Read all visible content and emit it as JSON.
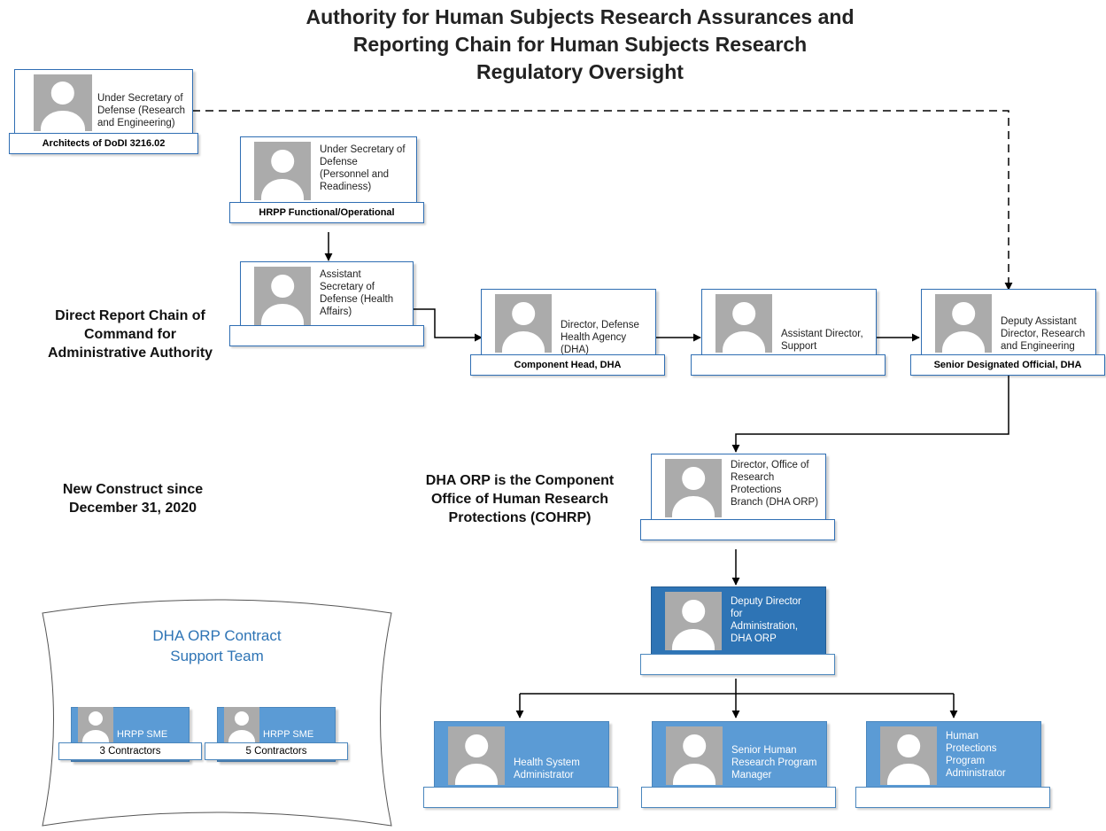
{
  "title": {
    "line1": "Authority for Human Subjects Research Assurances and",
    "line2": "Reporting Chain for Human Subjects Research",
    "line3": "Regulatory Oversight"
  },
  "labels": {
    "direct_report": {
      "line1": "Direct Report Chain of",
      "line2": "Command for",
      "line3": "Administrative Authority"
    },
    "new_construct": {
      "line1": "New Construct since",
      "line2": "December 31, 2020"
    },
    "cohrp": {
      "line1": "DHA ORP is the Component",
      "line2": "Office of Human Research",
      "line3": "Protections (COHRP)"
    }
  },
  "nodes": {
    "usd_re": {
      "lines": [
        "Under Secretary of",
        "Defense (Research",
        "and Engineering)"
      ],
      "bar": "Architects of DoDI 3216.02"
    },
    "usd_pr": {
      "lines": [
        "Under Secretary of",
        "Defense",
        "(Personnel and",
        "Readiness)"
      ],
      "bar": "HRPP Functional/Operational"
    },
    "asd_ha": {
      "lines": [
        "Assistant",
        "Secretary of",
        "Defense (Health",
        "Affairs)"
      ],
      "bar": ""
    },
    "dir_dha": {
      "lines": [
        "Director, Defense",
        "Health Agency",
        "(DHA)"
      ],
      "bar": "Component Head, DHA"
    },
    "ad_support": {
      "lines": [
        "Assistant Director,",
        "Support"
      ],
      "bar": ""
    },
    "dad_re": {
      "lines": [
        "Deputy Assistant",
        "Director, Research",
        "and Engineering"
      ],
      "bar": "Senior Designated Official, DHA"
    },
    "dir_orp": {
      "lines": [
        "Director, Office of",
        "Research",
        "Protections",
        "Branch (DHA ORP)"
      ],
      "bar": ""
    },
    "dd_admin": {
      "lines": [
        "Deputy Director",
        "for",
        "Administration,",
        "DHA ORP"
      ],
      "bar": ""
    },
    "hsa": {
      "lines": [
        "Health System",
        "Administrator"
      ],
      "bar": ""
    },
    "shrpm": {
      "lines": [
        "Senior Human",
        "Research Program",
        "Manager"
      ],
      "bar": ""
    },
    "hppa": {
      "lines": [
        "Human",
        "Protections",
        "Program",
        "Administrator"
      ],
      "bar": ""
    },
    "sme1": {
      "lines": [
        "HRPP SME"
      ],
      "bar": "3 Contractors"
    },
    "sme2": {
      "lines": [
        "HRPP SME"
      ],
      "bar": "5 Contractors"
    }
  },
  "contract_team": {
    "line1": "DHA ORP Contract",
    "line2": "Support Team"
  },
  "colors": {
    "border": "#2f6eb3",
    "blue_fill": "#5b9bd5",
    "dark_fill": "#2e74b5",
    "photo": "#ababab",
    "cloud_text": "#2e74b5"
  }
}
